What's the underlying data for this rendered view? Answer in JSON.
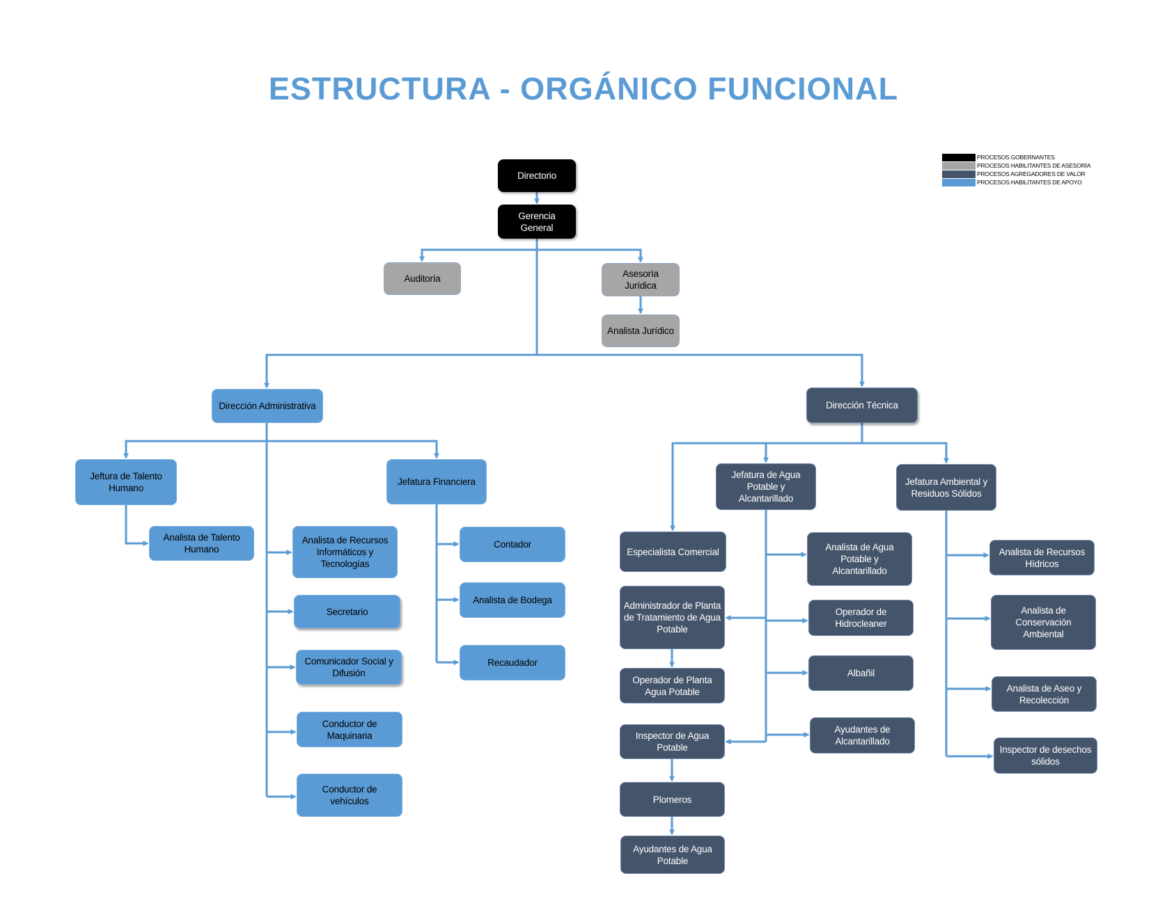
{
  "title": "ESTRUCTURA - ORGÁNICO FUNCIONAL",
  "colors": {
    "title": "#5b9bd5",
    "connector": "#5b9bd5",
    "gobernantes": "#000000",
    "asesoria": "#a6a6a6",
    "agregadores": "#44546a",
    "apoyo": "#5b9bd5"
  },
  "legend": [
    {
      "label": "PROCESOS GOBERNANTES",
      "color": "#000000"
    },
    {
      "label": "PROCESOS HABILITANTES DE ASESORÍA",
      "color": "#a6a6a6"
    },
    {
      "label": "PROCESOS AGREGADORES DE VALOR",
      "color": "#44546a"
    },
    {
      "label": "PROCESOS HABILITANTES DE APOYO",
      "color": "#5b9bd5"
    }
  ],
  "nodes": {
    "directorio": {
      "label": "Directorio",
      "type": "gobernantes"
    },
    "gerencia_general": {
      "label": "Gerencia General",
      "type": "gobernantes"
    },
    "auditoria": {
      "label": "Auditoría",
      "type": "asesoria"
    },
    "asesoria_juridica": {
      "label": "Asesoría Jurídica",
      "type": "asesoria"
    },
    "analista_juridico": {
      "label": "Analista Jurídico",
      "type": "asesoria"
    },
    "direccion_administrativa": {
      "label": "Dirección Administrativa",
      "type": "apoyo"
    },
    "direccion_tecnica": {
      "label": "Dirección Técnica",
      "type": "agregadores"
    },
    "jefatura_talento_humano": {
      "label": "Jeftura de Talento Humano",
      "type": "apoyo"
    },
    "analista_talento_humano": {
      "label": "Analista de Talento Humano",
      "type": "apoyo"
    },
    "analista_recursos_informaticos": {
      "label": "Analista de Recursos Informáticos y Tecnologías",
      "type": "apoyo"
    },
    "secretario": {
      "label": "Secretario",
      "type": "apoyo"
    },
    "comunicador_social": {
      "label": "Comunicador Social y Difusión",
      "type": "apoyo"
    },
    "conductor_maquinaria": {
      "label": "Conductor de Maquinaria",
      "type": "apoyo"
    },
    "conductor_vehiculos": {
      "label": "Conductor de vehículos",
      "type": "apoyo"
    },
    "jefatura_financiera": {
      "label": "Jefatura Financiera",
      "type": "apoyo"
    },
    "contador": {
      "label": "Contador",
      "type": "apoyo"
    },
    "analista_bodega": {
      "label": "Analista de Bodega",
      "type": "apoyo"
    },
    "recaudador": {
      "label": "Recaudador",
      "type": "apoyo"
    },
    "especialista_comercial": {
      "label": "Especialista Comercial",
      "type": "agregadores"
    },
    "jefatura_agua_potable": {
      "label": "Jefatura de Agua Potable y Alcantarillado",
      "type": "agregadores"
    },
    "jefatura_ambiental": {
      "label": "Jefatura Ambiental y Residuos Sólidos",
      "type": "agregadores"
    },
    "analista_agua_potable": {
      "label": "Analista de Agua Potable y Alcantarillado",
      "type": "agregadores"
    },
    "administrador_planta": {
      "label": "Administrador de Planta de Tratamiento de Agua Potable",
      "type": "agregadores"
    },
    "operador_hidrocleaner": {
      "label": "Operador de Hidrocleaner",
      "type": "agregadores"
    },
    "operador_planta": {
      "label": "Operador de Planta Agua Potable",
      "type": "agregadores"
    },
    "albanil": {
      "label": "Albañil",
      "type": "agregadores"
    },
    "inspector_agua_potable": {
      "label": "Inspector de Agua Potable",
      "type": "agregadores"
    },
    "ayudantes_alcantarillado": {
      "label": "Ayudantes de Alcantarillado",
      "type": "agregadores"
    },
    "plomeros": {
      "label": "Plomeros",
      "type": "agregadores"
    },
    "ayudantes_agua_potable": {
      "label": "Ayudantes de  Agua Potable",
      "type": "agregadores"
    },
    "analista_recursos_hidricos": {
      "label": "Analista de Recursos Hídricos",
      "type": "agregadores"
    },
    "analista_conservacion_ambiental": {
      "label": "Analista de Conservación Ambiental",
      "type": "agregadores"
    },
    "analista_aseo_recoleccion": {
      "label": "Analista de Aseo y Recolección",
      "type": "agregadores"
    },
    "inspector_desechos_solidos": {
      "label": "Inspector de desechos sólidos",
      "type": "agregadores"
    }
  },
  "edges": [
    [
      "directorio",
      "gerencia_general"
    ],
    [
      "gerencia_general",
      "auditoria"
    ],
    [
      "gerencia_general",
      "asesoria_juridica"
    ],
    [
      "asesoria_juridica",
      "analista_juridico"
    ],
    [
      "gerencia_general",
      "direccion_administrativa"
    ],
    [
      "gerencia_general",
      "direccion_tecnica"
    ],
    [
      "direccion_administrativa",
      "jefatura_talento_humano"
    ],
    [
      "direccion_administrativa",
      "jefatura_financiera"
    ],
    [
      "jefatura_talento_humano",
      "analista_talento_humano"
    ],
    [
      "direccion_administrativa",
      "analista_recursos_informaticos"
    ],
    [
      "direccion_administrativa",
      "secretario"
    ],
    [
      "direccion_administrativa",
      "comunicador_social"
    ],
    [
      "direccion_administrativa",
      "conductor_maquinaria"
    ],
    [
      "direccion_administrativa",
      "conductor_vehiculos"
    ],
    [
      "jefatura_financiera",
      "contador"
    ],
    [
      "jefatura_financiera",
      "analista_bodega"
    ],
    [
      "jefatura_financiera",
      "recaudador"
    ],
    [
      "direccion_tecnica",
      "especialista_comercial"
    ],
    [
      "direccion_tecnica",
      "jefatura_agua_potable"
    ],
    [
      "direccion_tecnica",
      "jefatura_ambiental"
    ],
    [
      "jefatura_agua_potable",
      "analista_agua_potable"
    ],
    [
      "jefatura_agua_potable",
      "administrador_planta"
    ],
    [
      "jefatura_agua_potable",
      "operador_hidrocleaner"
    ],
    [
      "jefatura_agua_potable",
      "albanil"
    ],
    [
      "jefatura_agua_potable",
      "inspector_agua_potable"
    ],
    [
      "jefatura_agua_potable",
      "ayudantes_alcantarillado"
    ],
    [
      "administrador_planta",
      "operador_planta"
    ],
    [
      "inspector_agua_potable",
      "plomeros"
    ],
    [
      "plomeros",
      "ayudantes_agua_potable"
    ],
    [
      "jefatura_ambiental",
      "analista_recursos_hidricos"
    ],
    [
      "jefatura_ambiental",
      "analista_conservacion_ambiental"
    ],
    [
      "jefatura_ambiental",
      "analista_aseo_recoleccion"
    ],
    [
      "jefatura_ambiental",
      "inspector_desechos_solidos"
    ]
  ]
}
